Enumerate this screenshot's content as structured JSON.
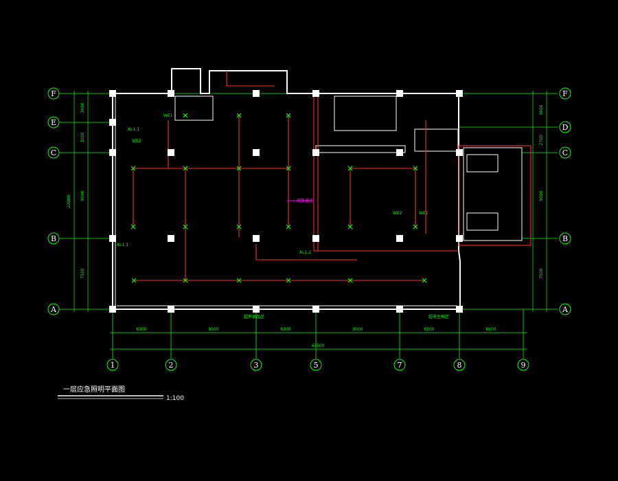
{
  "axis_rows_left": [
    {
      "label": "F",
      "id": "F"
    },
    {
      "label": "E",
      "id": "E"
    },
    {
      "label": "C",
      "id": "C"
    },
    {
      "label": "B",
      "id": "B"
    },
    {
      "label": "A",
      "id": "A"
    }
  ],
  "axis_rows_right": [
    {
      "label": "F",
      "id": "F"
    },
    {
      "label": "D",
      "id": "D"
    },
    {
      "label": "C",
      "id": "C"
    },
    {
      "label": "B",
      "id": "B"
    },
    {
      "label": "A",
      "id": "A"
    }
  ],
  "axis_cols": [
    {
      "label": "1"
    },
    {
      "label": "2"
    },
    {
      "label": "3"
    },
    {
      "label": "5"
    },
    {
      "label": "7"
    },
    {
      "label": "8"
    },
    {
      "label": "9"
    }
  ],
  "dims_bottom": [
    "6300",
    "9000",
    "6300",
    "9000",
    "6300",
    "6600"
  ],
  "dim_total": "43500",
  "dims_left": [
    "3600",
    "3100",
    "9000",
    "7500"
  ],
  "dim_left_total": "22000",
  "dims_right": [
    "3600",
    "2700",
    "9000",
    "7500"
  ],
  "drawing_title": "一层应急照明平面图",
  "drawing_scale": "1:100",
  "room_labels": {
    "bottom_left": "超市食品区",
    "bottom_right": "超市生鲜区",
    "corridor_tag": "疏散通道"
  },
  "panel_labels": [
    "AL1-1",
    "WE2",
    "WE1",
    "WE2",
    "WE1",
    "AL1-2",
    "AL1-1"
  ],
  "colors": {
    "background": "#000000",
    "axis": "#00ff00",
    "wall": "#ffffff",
    "wiring": "#ff2a2a",
    "marker": "#ff00ff"
  }
}
